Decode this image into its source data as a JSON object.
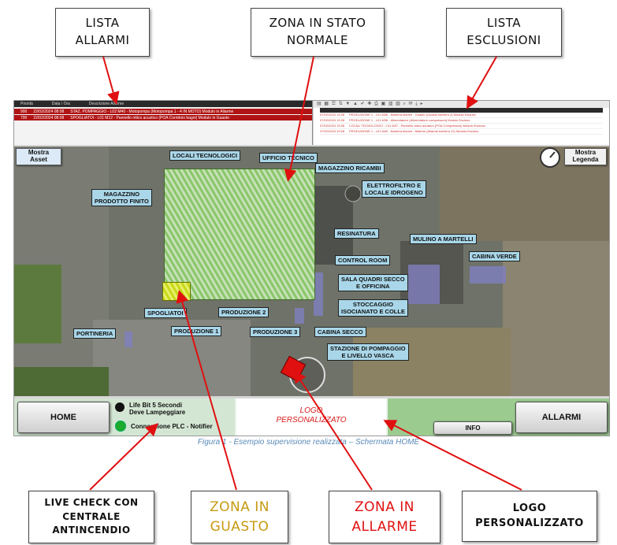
{
  "callouts": {
    "lista_allarmi": "LISTA\nALLARMI",
    "zona_normale": "ZONA IN STATO\nNORMALE",
    "lista_esclusioni": "LISTA\nESCLUSIONI",
    "live_check": "LIVE CHECK CON\nCENTRALE\nANTINCENDIO",
    "zona_guasto": "ZONA IN\nGUASTO",
    "zona_allarme": "ZONA IN\nALLARME",
    "logo": "LOGO\nPERSONALIZZATO"
  },
  "colors": {
    "guasto": "#c69a12",
    "allarme": "#e01010",
    "arrow": "#e01010"
  },
  "alarm_list": {
    "headers": [
      "Priorità",
      "Data / Ora",
      "Descrizione Allarme"
    ],
    "rows": [
      {
        "priority": "900",
        "datetime": "22/02/2024 08:08",
        "desc": "STAZ. POMPAGGIO - L02 M40 - Motopompa (Motopompa 1 - 4 IN MOTO) Modulo in Allarme"
      },
      {
        "priority": "700",
        "datetime": "22/02/2024 08:08",
        "desc": "SPOGLIATOI - L01 M12 - Pannello ottico acustico (POA Corridoio bagni) Modulo in Guasto"
      }
    ]
  },
  "exclusion_list": {
    "rows": [
      {
        "datetime": "07/02/2024 19:28",
        "desc": "PRODUZIONE 1 - L01 M36 - Barriera lineare - Guasto (Guasto barriera 3) Modulo Escluso"
      },
      {
        "datetime": "07/02/2024 19:28",
        "desc": "PRODUZIONE 1 - L01 M36 - Alimentatore (Alimentatore compressori) Modulo Escluso"
      },
      {
        "datetime": "07/02/2024 19:28",
        "desc": "LOCALI TECNOLOGICI - L01 M37 - Pannello ottico acustico (POA Compressori) Modulo Escluso"
      },
      {
        "datetime": "07/02/2024 19:28",
        "desc": "PRODUZIONE 1 - L01 M40 - Barriera lineare - Allarme (Allarme barriera 12) Modulo Escluso"
      }
    ]
  },
  "map_buttons": {
    "mostra_asset": "Mostra\nAsset",
    "mostra_legenda": "Mostra\nLegenda"
  },
  "zones": {
    "locali_tecnologici": "LOCALI TECNOLOGICI",
    "ufficio_tecnico": "UFFICIO TECNICO",
    "magazzino_ricambi": "MAGAZZINO RICAMBI",
    "elettrofiltro": "ELETTROFILTRO E\nLOCALE IDROGENO",
    "magazzino_prodotto": "MAGAZZINO\nPRODOTTO FINITO",
    "resinatura": "RESINATURA",
    "mulino": "MULINO A MARTELLI",
    "control_room": "CONTROL ROOM",
    "cabina_verde": "CABINA VERDE",
    "sala_quadri": "SALA QUADRI SECCO\nE OFFICINA",
    "stoccaggio": "STOCCAGGIO\nISOCIANATO E COLLE",
    "spogliatoi": "SPOGLIATOI",
    "produzione2": "PRODUZIONE 2",
    "produzione1": "PRODUZIONE 1",
    "produzione3": "PRODUZIONE 3",
    "portineria": "PORTINERIA",
    "cabina_secco": "CABINA SECCO",
    "stazione_pompaggio": "STAZIONE DI POMPAGGIO\nE LIVELLO VASCA"
  },
  "bottom": {
    "home": "HOME",
    "life_bit": "Life Bit 5 Secondi\nDeve Lampeggiare",
    "connessione": "Connessione PLC - Notifier",
    "logo": "LOGO\nPERSONALIZZATO",
    "info": "INFO",
    "allarmi": "ALLARMI"
  },
  "caption": "Figura 1 - Esempio supervisione realizzata – Schermata HOME"
}
